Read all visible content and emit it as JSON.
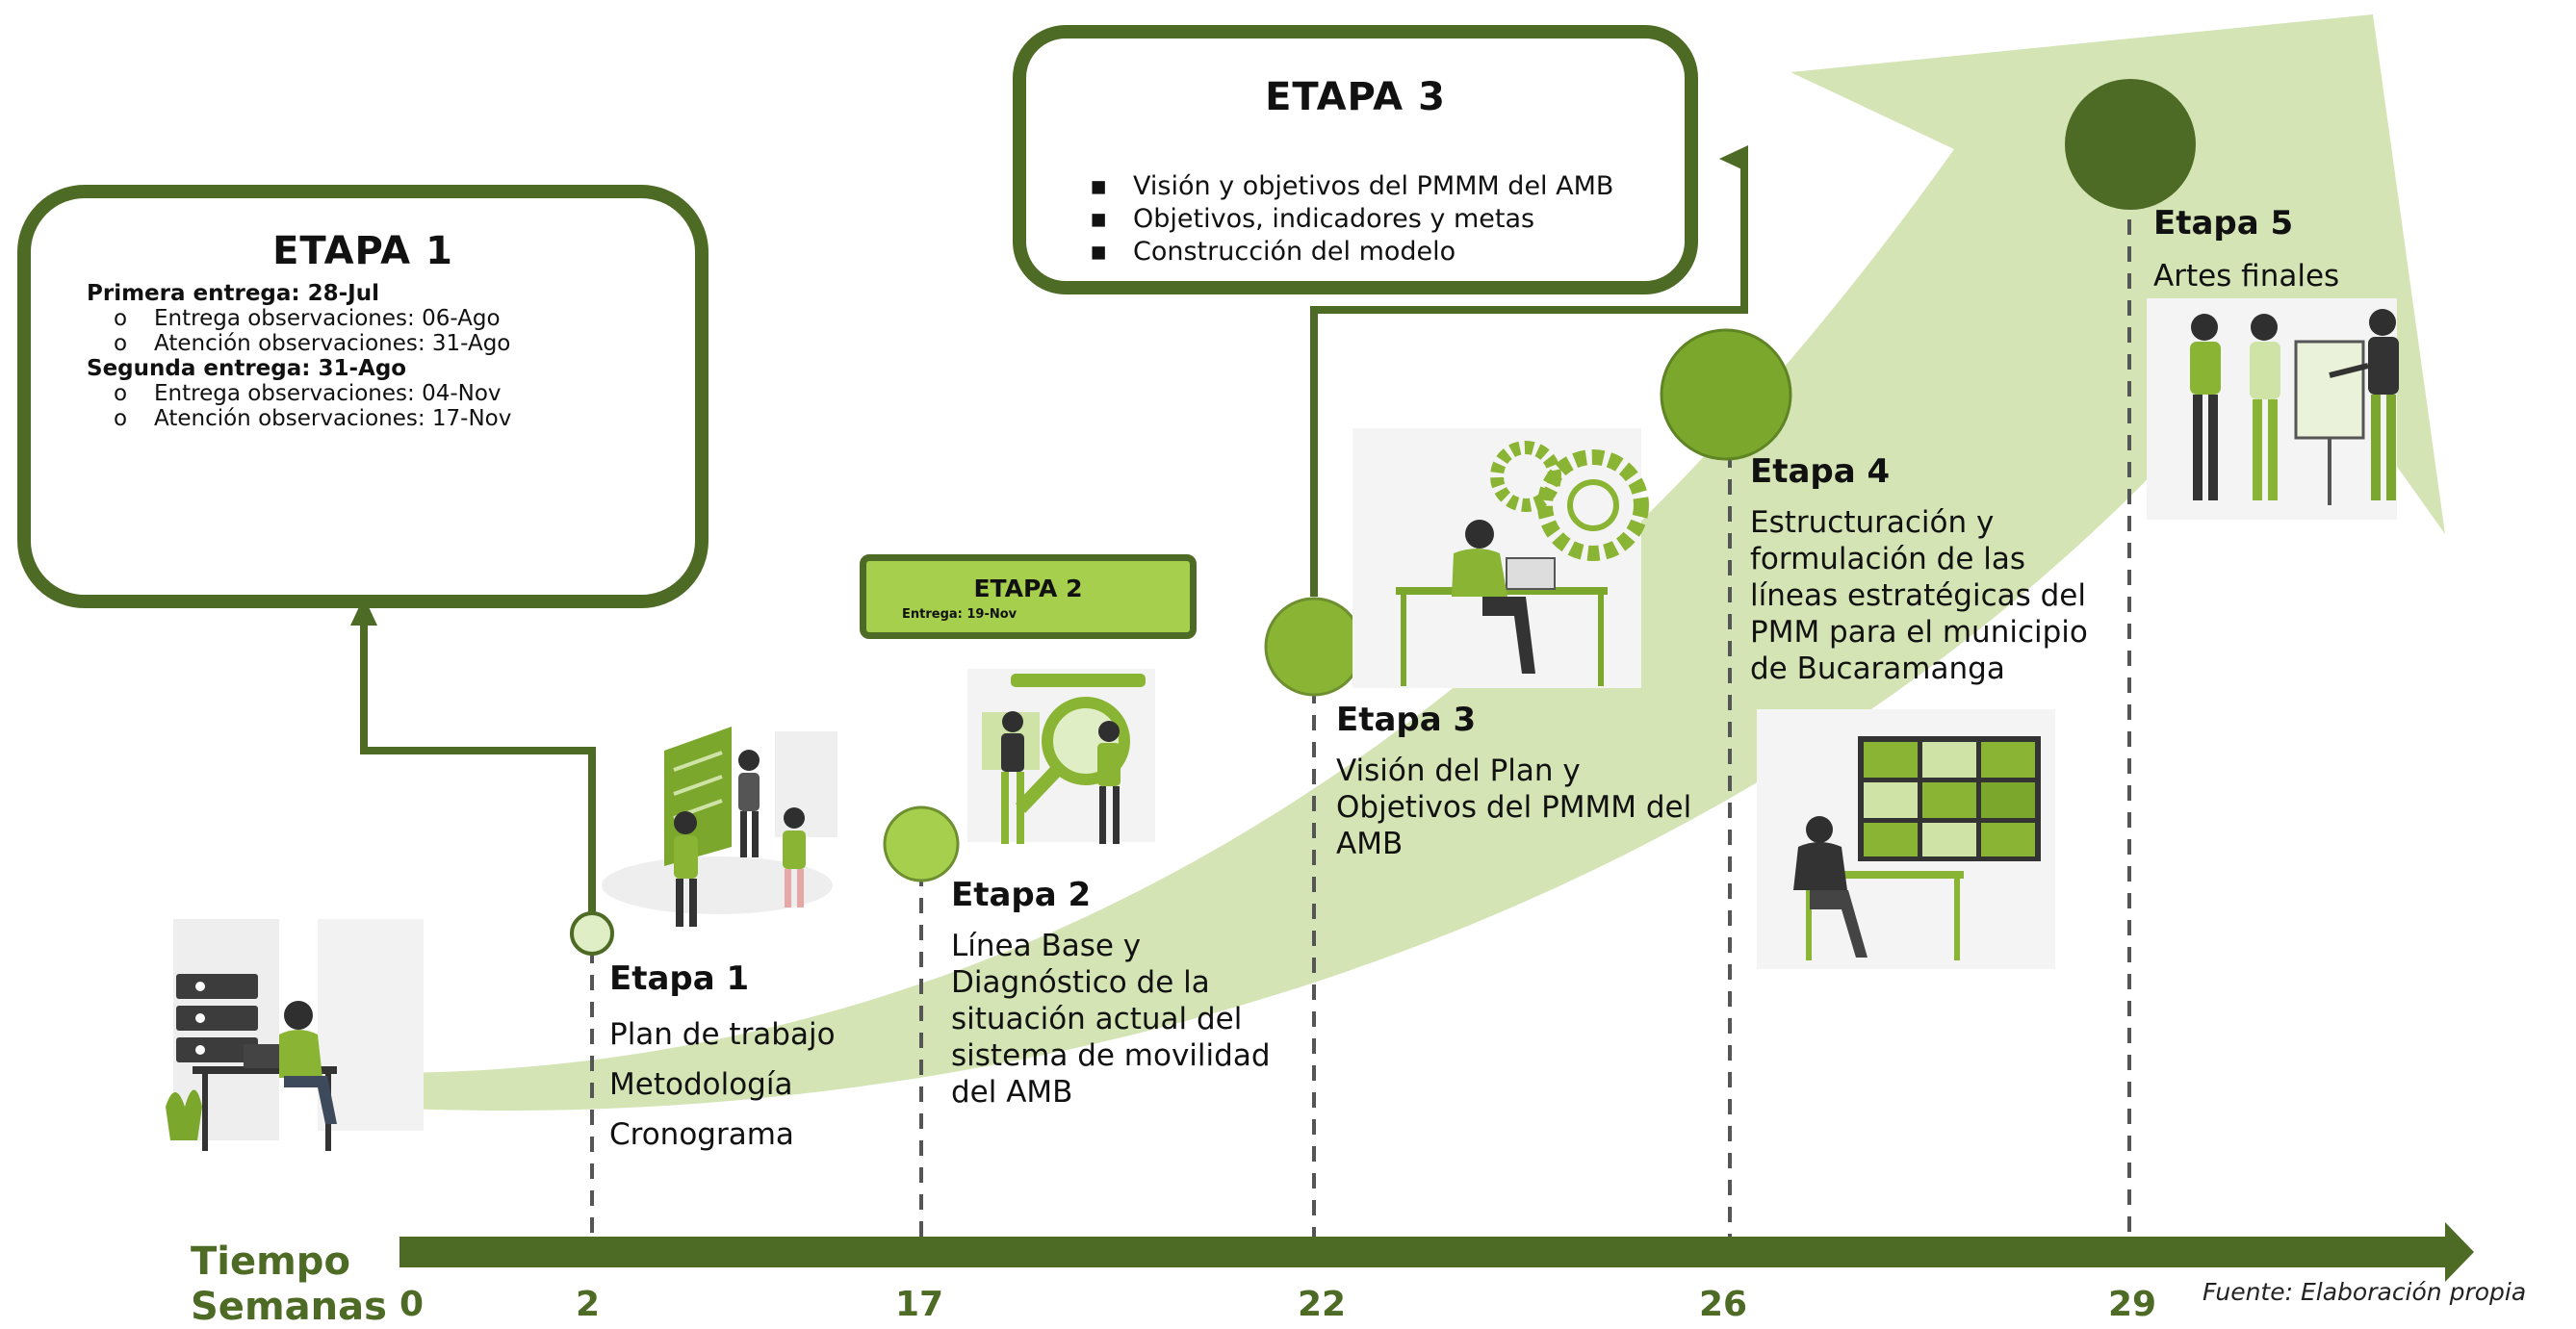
{
  "colors": {
    "dark_green": "#4e6b25",
    "mid_green": "#8ab433",
    "light_green": "#d4e4b4",
    "pale_green": "#dfeec5",
    "stage2_fill": "#a6cf4e"
  },
  "axis": {
    "title_line1": "Tiempo",
    "title_line2": "Semanas",
    "ticks": [
      "0",
      "2",
      "17",
      "22",
      "26",
      "29"
    ]
  },
  "source": "Fuente: Elaboración propia",
  "etapa1_box": {
    "title": "ETAPA 1",
    "first": {
      "label": "Primera entrega: 28-Jul",
      "items": [
        {
          "bullet": "o",
          "text": "Entrega observaciones: 06-Ago"
        },
        {
          "bullet": "o",
          "text": "Atención observaciones: 31-Ago"
        }
      ]
    },
    "second": {
      "label": "Segunda entrega: 31-Ago",
      "items": [
        {
          "bullet": "o",
          "text": "Entrega observaciones: 04-Nov"
        },
        {
          "bullet": "o",
          "text": "Atención observaciones: 17-Nov"
        }
      ]
    }
  },
  "etapa2_box": {
    "title": "ETAPA 2",
    "subtitle": "Entrega: 19-Nov"
  },
  "etapa3_box": {
    "title": "ETAPA 3",
    "items": [
      {
        "bullet": "▪",
        "text": "Visión y objetivos del PMMM del AMB"
      },
      {
        "bullet": "▪",
        "text": "Objetivos, indicadores y metas"
      },
      {
        "bullet": "▪",
        "text": "Construcción del modelo"
      }
    ]
  },
  "stages": [
    {
      "name": "Etapa 1",
      "lines": [
        "Plan de trabajo",
        "Metodología",
        "Cronograma"
      ]
    },
    {
      "name": "Etapa 2",
      "lines": [
        "Línea Base y",
        "Diagnóstico de la",
        "situación actual del",
        "sistema de movilidad",
        "del AMB"
      ]
    },
    {
      "name": "Etapa 3",
      "lines": [
        "Visión del Plan y",
        "Objetivos del PMMM del",
        "AMB"
      ]
    },
    {
      "name": "Etapa 4",
      "lines": [
        "Estructuración y",
        "formulación de las",
        "líneas estratégicas del",
        "PMM para el municipio",
        "de Bucaramanga"
      ]
    },
    {
      "name": "Etapa 5",
      "lines": [
        "Artes finales"
      ]
    }
  ]
}
